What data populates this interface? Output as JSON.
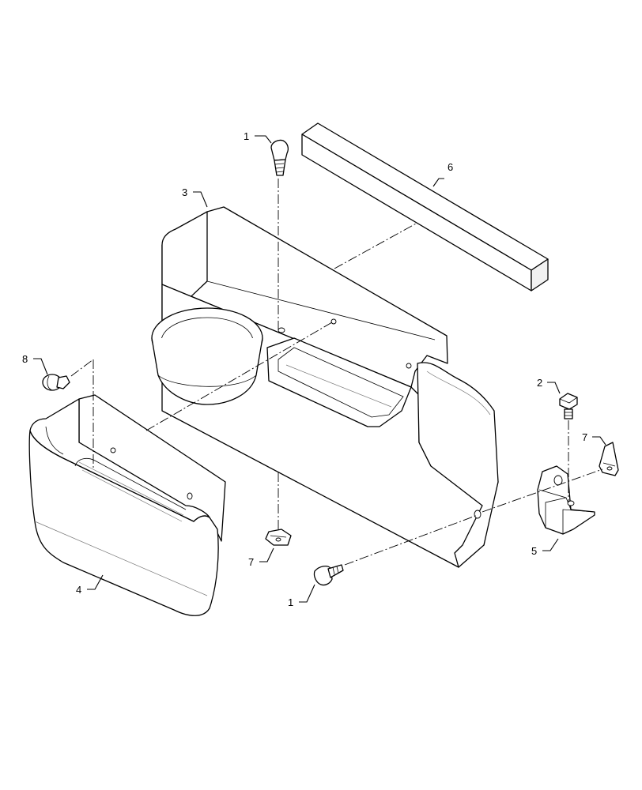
{
  "callouts": [
    {
      "id": "c1a",
      "label": "1"
    },
    {
      "id": "c1b",
      "label": "1"
    },
    {
      "id": "c2",
      "label": "2"
    },
    {
      "id": "c3",
      "label": "3"
    },
    {
      "id": "c4",
      "label": "4"
    },
    {
      "id": "c5",
      "label": "5"
    },
    {
      "id": "c6",
      "label": "6"
    },
    {
      "id": "c7a",
      "label": "7"
    },
    {
      "id": "c7b",
      "label": "7"
    },
    {
      "id": "c8",
      "label": "8"
    }
  ],
  "colors": {
    "line": "#000000",
    "background": "#ffffff",
    "shade": "#f1f1f1"
  }
}
